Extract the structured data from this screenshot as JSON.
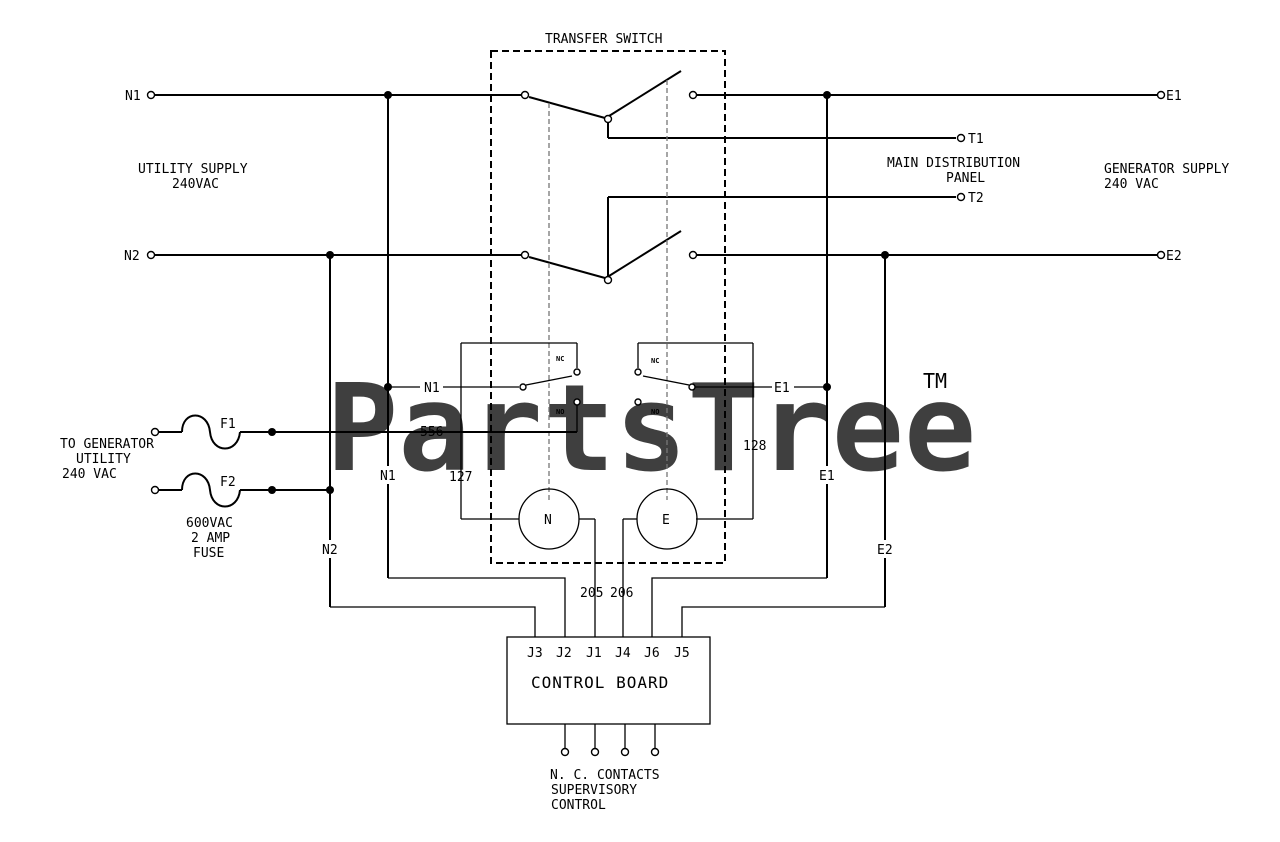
{
  "watermark": {
    "text": "PartsTree",
    "tm": "TM"
  },
  "title": "TRANSFER SWITCH",
  "utility_supply": {
    "line1": "UTILITY SUPPLY",
    "line2": "240VAC"
  },
  "main_panel": {
    "line1": "MAIN DISTRIBUTION",
    "line2": "PANEL"
  },
  "generator_supply": {
    "line1": "GENERATOR SUPPLY",
    "line2": "240 VAC"
  },
  "terminals": {
    "n1": "N1",
    "n2": "N2",
    "e1": "E1",
    "e2": "E2",
    "t1": "T1",
    "t2": "T2"
  },
  "to_generator": {
    "line1": "TO GENERATOR",
    "line2": "UTILITY",
    "line3": "240 VAC"
  },
  "fuses": {
    "f1": "F1",
    "f2": "F2"
  },
  "fuse_note": {
    "line1": "600VAC",
    "line2": "2 AMP",
    "line3": "FUSE"
  },
  "relay_contacts": {
    "nc": "NC",
    "no": "NO"
  },
  "wire_labels": {
    "w556": "556",
    "w127": "127",
    "w128": "128",
    "n1_relay": "N1",
    "e1_relay": "E1",
    "n1_vert": "N1",
    "e1_vert": "E1",
    "n2_vert": "N2",
    "e2_vert": "E2",
    "w205": "205",
    "w206": "206"
  },
  "coils": {
    "n": "N",
    "e": "E"
  },
  "control_board": {
    "label": "CONTROL BOARD",
    "pins": [
      "J3",
      "J2",
      "J1",
      "J4",
      "J6",
      "J5"
    ]
  },
  "bottom_note": {
    "line1": "N. C. CONTACTS",
    "line2": "SUPERVISORY",
    "line3": "CONTROL"
  }
}
